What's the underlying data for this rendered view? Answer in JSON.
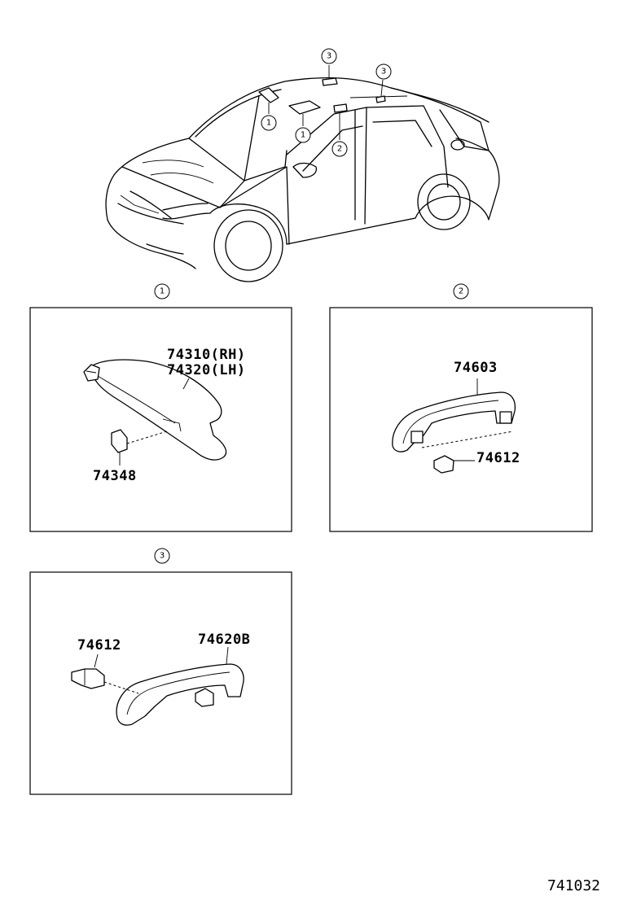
{
  "callouts": {
    "one": "1",
    "two": "2",
    "three": "3"
  },
  "detail_1": {
    "visor_rh": "74310(RH)",
    "visor_lh": "74320(LH)",
    "holder": "74348"
  },
  "detail_2": {
    "grip": "74603",
    "cap": "74612"
  },
  "detail_3": {
    "cap": "74612",
    "grip": "74620B"
  },
  "drawing_code": "741032"
}
